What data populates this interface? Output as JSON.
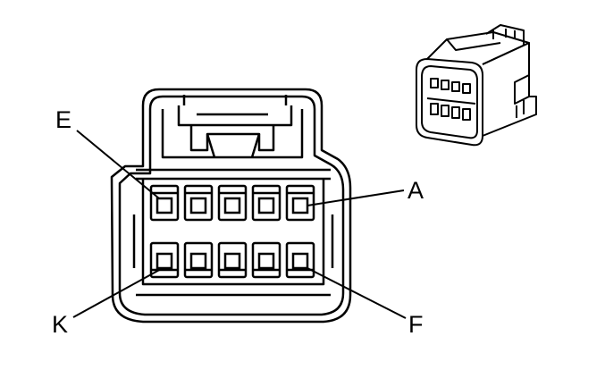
{
  "connector": {
    "pin_labels": {
      "top_left": "E",
      "top_right": "A",
      "bottom_left": "K",
      "bottom_right": "F"
    },
    "rows": 2,
    "cavities_per_row": 5
  }
}
